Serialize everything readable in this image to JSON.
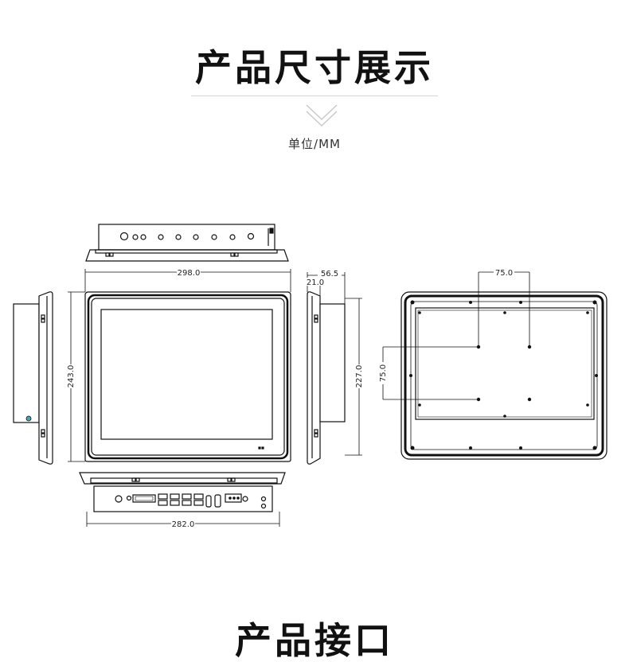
{
  "header": {
    "title": "产品尺寸展示",
    "unit": "单位/MM"
  },
  "icons": {
    "divider": "double-chevron-down-icon"
  },
  "dimensions": {
    "front_width": "298.0",
    "front_height": "243.0",
    "side_depth_total": "56.5",
    "side_depth_bezel": "21.0",
    "side_height": "227.0",
    "bottom_width": "282.0",
    "vesa_horizontal": "75.0",
    "vesa_vertical": "75.0"
  },
  "footer": {
    "title": "产品接口"
  }
}
